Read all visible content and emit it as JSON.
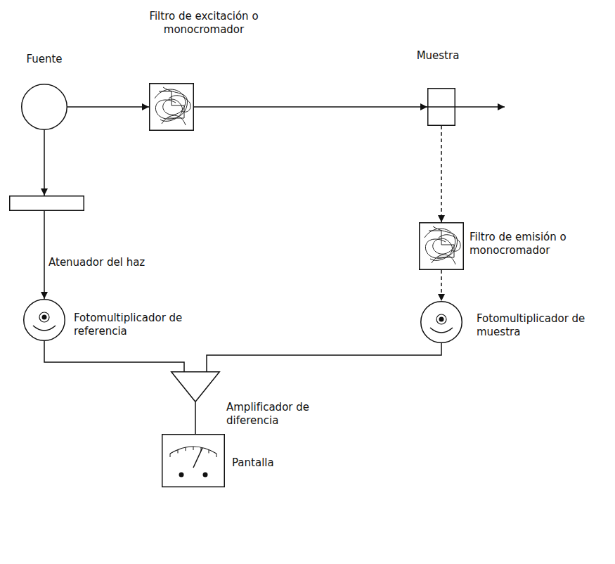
{
  "diagram": {
    "nodes": [
      {
        "text": [
          "Fuente"
        ]
      },
      {
        "text": [
          "Filtro de excitación o monocromador"
        ]
      },
      {
        "text": [
          "Muestra"
        ]
      },
      {
        "text": [
          "Atenuador del haz"
        ]
      },
      {
        "text": [
          "Filtro de emisión o monocromador"
        ]
      },
      {
        "text": [
          "Fotomultiplicador de referencia"
        ]
      },
      {
        "text": [
          "Fotomultiplicador de muestra"
        ]
      },
      {
        "text": [
          "Amplificador de diferencia"
        ]
      },
      {
        "text": [
          "Pantalla"
        ]
      }
    ],
    "edges": [
      {
        "from": 0,
        "to": 1,
        "arrow": "to"
      },
      {
        "from": 1,
        "to": 2,
        "arrow": "to"
      },
      {
        "from": 0,
        "to": 3,
        "arrow": "to"
      },
      {
        "from": 3,
        "to": 5,
        "arrow": "to"
      },
      {
        "from": 2,
        "to": 4,
        "arrow": "to"
      },
      {
        "from": 4,
        "to": 6,
        "arrow": "to"
      },
      {
        "from": 5,
        "to": 7,
        "arrow": "none"
      },
      {
        "from": 6,
        "to": 7,
        "arrow": "none"
      },
      {
        "from": 7,
        "to": 8,
        "arrow": "none"
      }
    ]
  }
}
